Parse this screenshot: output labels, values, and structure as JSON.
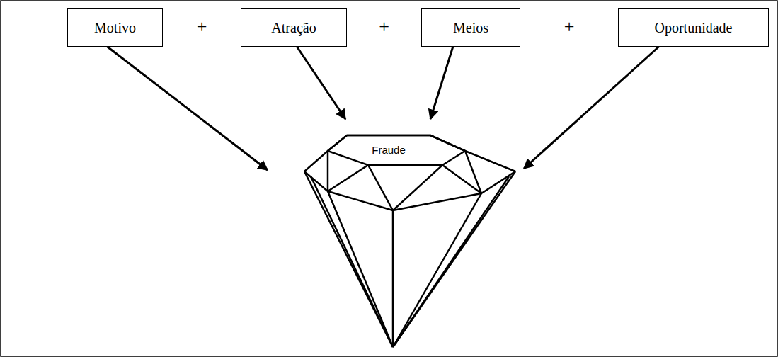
{
  "diagram": {
    "nodes": [
      {
        "text": [
          "Motivo"
        ]
      },
      {
        "text": [
          "Atração"
        ]
      },
      {
        "text": [
          "Meios"
        ]
      },
      {
        "text": [
          "Oportunidade"
        ]
      },
      {
        "text": [
          "Fraude"
        ]
      }
    ],
    "edges": [
      {
        "from": 0,
        "to": 4,
        "arrow": "to"
      },
      {
        "from": 1,
        "to": 4,
        "arrow": "to"
      },
      {
        "from": 2,
        "to": 4,
        "arrow": "to"
      },
      {
        "from": 3,
        "to": 4,
        "arrow": "to"
      }
    ],
    "labels": [
      "+",
      "+",
      "+"
    ]
  }
}
